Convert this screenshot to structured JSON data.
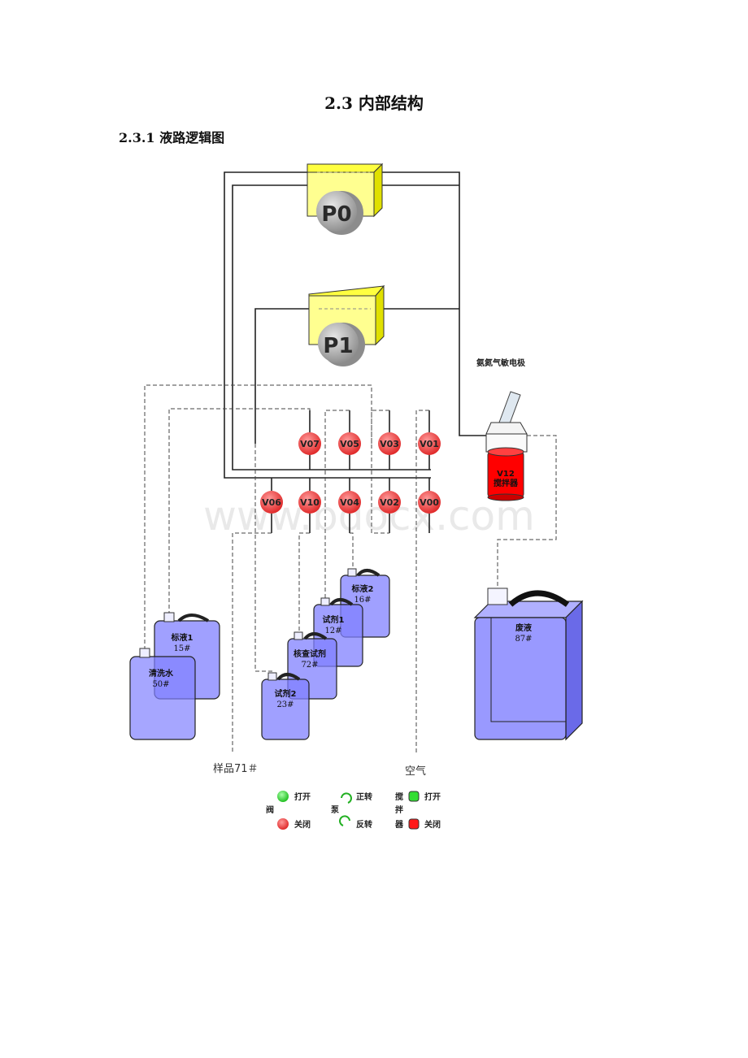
{
  "heading": "2.3 内部结构",
  "subheading": "2.3.1 液路逻辑图",
  "pumps": [
    "P0",
    "P1"
  ],
  "valves_top": [
    "V07",
    "V05",
    "V03",
    "V01"
  ],
  "valves_bottom": [
    "V06",
    "V10",
    "V04",
    "V02",
    "V00"
  ],
  "electrode_label": "氨氮气敏电极",
  "stirrer_label": "V12",
  "stirrer_sub": "搅拌器",
  "bottles": [
    {
      "name": "标液2",
      "num": "16#"
    },
    {
      "name": "试剂1",
      "num": "12#"
    },
    {
      "name": "核查试剂",
      "num": "72#"
    },
    {
      "name": "试剂2",
      "num": "23#"
    },
    {
      "name": "标液1",
      "num": "15#"
    },
    {
      "name": "清洗水",
      "num": "50#"
    },
    {
      "name": "废液",
      "num": "87#"
    }
  ],
  "sample_label": "样品71＃",
  "air_label": "空气",
  "legend": {
    "valve": "阀",
    "pump": "泵",
    "stirrer_1": "搅",
    "stirrer_2": "拌",
    "stirrer_3": "器",
    "open": "打开",
    "closed": "关闭",
    "forward": "正转",
    "reverse": "反转"
  },
  "colors": {
    "pump_box": "#ffff80",
    "valve_closed": "#f05050",
    "valve_open": "#50e050",
    "bottle": "#8080ff",
    "stirrer": "#ff0000"
  },
  "watermark": "www.bdocx.com"
}
